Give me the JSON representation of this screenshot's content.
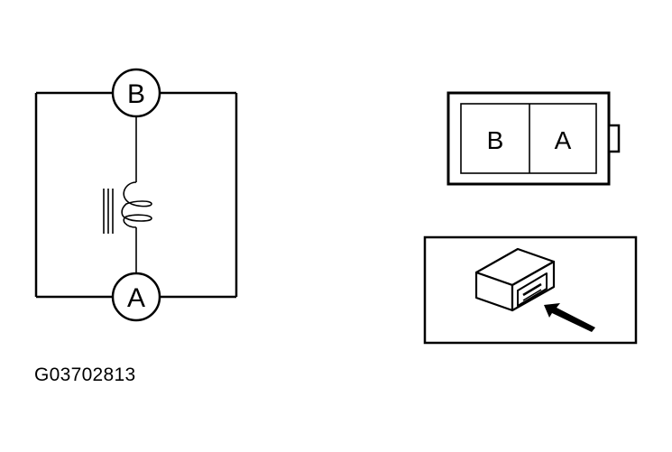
{
  "figure_id": "G03702813",
  "circuit": {
    "terminal_top_label": "B",
    "terminal_bottom_label": "A",
    "component": "coil-with-core-icon"
  },
  "connector_face": {
    "left_cavity_label": "B",
    "right_cavity_label": "A"
  },
  "connector_view": {
    "component": "connector-icon",
    "pointer": "arrow-icon"
  }
}
